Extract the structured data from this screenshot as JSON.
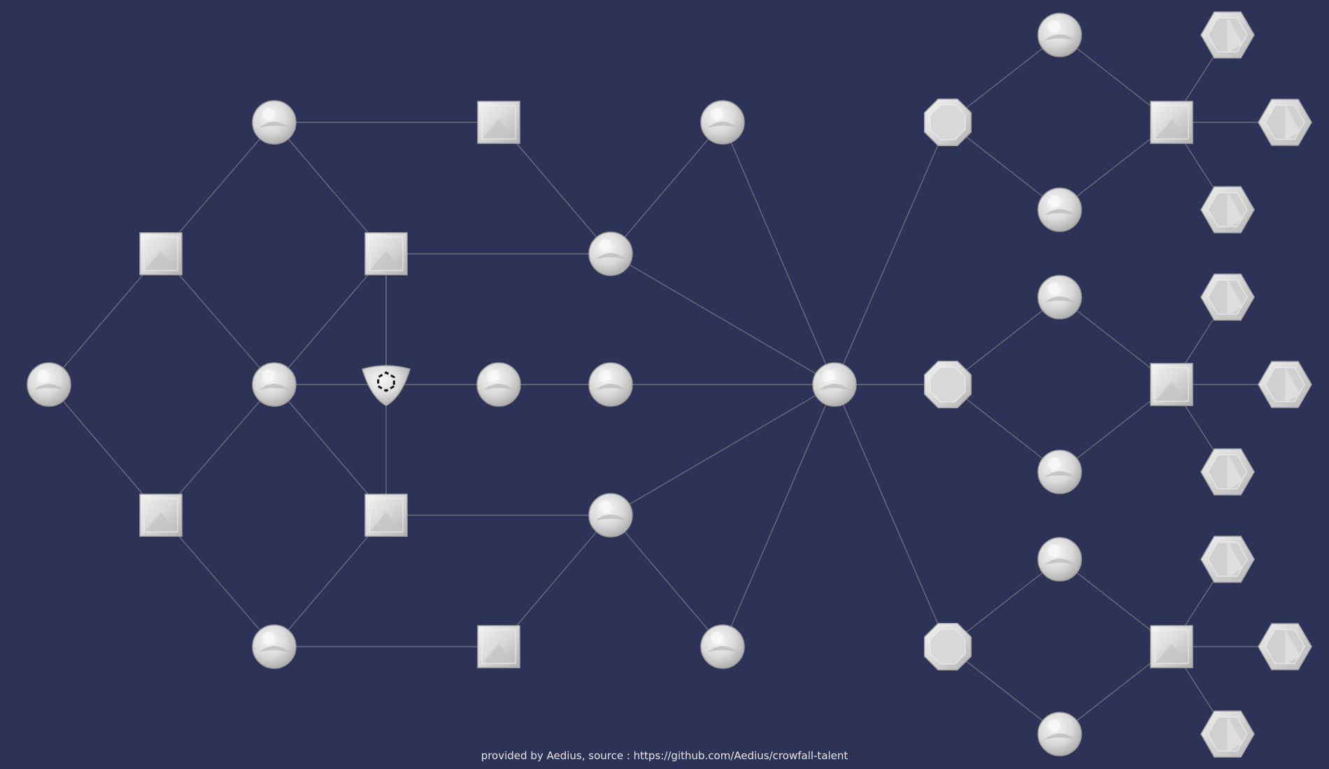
{
  "footer": {
    "credit": "provided by Aedius, source : https://github.com/Aedius/crowfall-talent"
  },
  "colors": {
    "background": "#2d3257",
    "edge": "#6b6d7a",
    "node_fill": "#d9d9d9",
    "node_highlight": "#f2f2f2",
    "node_shadow": "#a8a8a8"
  },
  "nodes": [
    {
      "id": "n1",
      "shape": "circle",
      "icon": "circle-node-icon"
    },
    {
      "id": "n2",
      "shape": "square",
      "icon": "square-node-icon"
    },
    {
      "id": "n3",
      "shape": "square",
      "icon": "square-node-icon"
    },
    {
      "id": "n4",
      "shape": "circle",
      "icon": "circle-node-icon"
    },
    {
      "id": "n5",
      "shape": "circle",
      "icon": "circle-node-icon"
    },
    {
      "id": "n6",
      "shape": "circle",
      "icon": "circle-node-icon"
    },
    {
      "id": "n7",
      "shape": "square",
      "icon": "square-node-icon"
    },
    {
      "id": "n8",
      "shape": "square",
      "icon": "square-node-icon"
    },
    {
      "id": "n9",
      "shape": "shield",
      "icon": "shield-hexagon-icon",
      "selected": true
    },
    {
      "id": "n10",
      "shape": "square",
      "icon": "square-node-icon"
    },
    {
      "id": "n11",
      "shape": "square",
      "icon": "square-node-icon"
    },
    {
      "id": "n12",
      "shape": "circle",
      "icon": "circle-node-icon"
    },
    {
      "id": "n13",
      "shape": "circle",
      "icon": "circle-node-icon"
    },
    {
      "id": "n14",
      "shape": "circle",
      "icon": "circle-node-icon"
    },
    {
      "id": "n15",
      "shape": "circle",
      "icon": "circle-node-icon"
    },
    {
      "id": "n16",
      "shape": "circle",
      "icon": "circle-node-icon"
    },
    {
      "id": "n17",
      "shape": "circle",
      "icon": "circle-node-icon"
    },
    {
      "id": "n18",
      "shape": "circle",
      "icon": "circle-node-icon"
    },
    {
      "id": "n19",
      "shape": "circle",
      "icon": "circle-node-icon"
    },
    {
      "id": "h1",
      "shape": "octagon",
      "icon": "octagon-node-icon"
    },
    {
      "id": "h2",
      "shape": "octagon",
      "icon": "octagon-node-icon"
    },
    {
      "id": "h3",
      "shape": "octagon",
      "icon": "octagon-node-icon"
    },
    {
      "id": "a1",
      "shape": "circle",
      "icon": "circle-node-icon"
    },
    {
      "id": "b1",
      "shape": "circle",
      "icon": "circle-node-icon"
    },
    {
      "id": "s1",
      "shape": "square",
      "icon": "square-node-icon"
    },
    {
      "id": "x1",
      "shape": "hexagon",
      "icon": "hexagon-node-icon"
    },
    {
      "id": "y1",
      "shape": "hexagon",
      "icon": "hexagon-node-icon"
    },
    {
      "id": "z1",
      "shape": "hexagon",
      "icon": "hexagon-node-icon"
    },
    {
      "id": "a2",
      "shape": "circle",
      "icon": "circle-node-icon"
    },
    {
      "id": "b2",
      "shape": "circle",
      "icon": "circle-node-icon"
    },
    {
      "id": "s2",
      "shape": "square",
      "icon": "square-node-icon"
    },
    {
      "id": "x2",
      "shape": "hexagon",
      "icon": "hexagon-node-icon"
    },
    {
      "id": "y2",
      "shape": "hexagon",
      "icon": "hexagon-node-icon"
    },
    {
      "id": "z2",
      "shape": "hexagon",
      "icon": "hexagon-node-icon"
    },
    {
      "id": "a3",
      "shape": "circle",
      "icon": "circle-node-icon"
    },
    {
      "id": "b3",
      "shape": "circle",
      "icon": "circle-node-icon"
    },
    {
      "id": "s3",
      "shape": "square",
      "icon": "square-node-icon"
    },
    {
      "id": "x3",
      "shape": "hexagon",
      "icon": "hexagon-node-icon"
    },
    {
      "id": "y3",
      "shape": "hexagon",
      "icon": "hexagon-node-icon"
    },
    {
      "id": "z3",
      "shape": "hexagon",
      "icon": "hexagon-node-icon"
    }
  ],
  "edges": [
    [
      "n1",
      "n2"
    ],
    [
      "n1",
      "n3"
    ],
    [
      "n2",
      "n4"
    ],
    [
      "n2",
      "n5"
    ],
    [
      "n3",
      "n5"
    ],
    [
      "n3",
      "n6"
    ],
    [
      "n4",
      "n7"
    ],
    [
      "n4",
      "n8"
    ],
    [
      "n5",
      "n8"
    ],
    [
      "n5",
      "n9"
    ],
    [
      "n5",
      "n10"
    ],
    [
      "n6",
      "n10"
    ],
    [
      "n6",
      "n11"
    ],
    [
      "n8",
      "n9"
    ],
    [
      "n8",
      "n12"
    ],
    [
      "n8",
      "n13"
    ],
    [
      "n9",
      "n10"
    ],
    [
      "n9",
      "n12"
    ],
    [
      "n10",
      "n12"
    ],
    [
      "n10",
      "n15"
    ],
    [
      "n7",
      "n16"
    ],
    [
      "n11",
      "n17"
    ],
    [
      "n16",
      "n13"
    ],
    [
      "n13",
      "n14"
    ],
    [
      "n12",
      "n18"
    ],
    [
      "n15",
      "n17"
    ],
    [
      "n15",
      "n19"
    ],
    [
      "n14",
      "n21"
    ],
    [
      "n13",
      "n21"
    ],
    [
      "n18",
      "n21"
    ],
    [
      "n15",
      "n21"
    ],
    [
      "n19",
      "n21"
    ],
    [
      "n21",
      "h1"
    ],
    [
      "n21",
      "h2"
    ],
    [
      "n21",
      "h3"
    ],
    [
      "h1",
      "a1"
    ],
    [
      "h1",
      "b1"
    ],
    [
      "a1",
      "s1"
    ],
    [
      "b1",
      "s1"
    ],
    [
      "s1",
      "x1"
    ],
    [
      "s1",
      "y1"
    ],
    [
      "s1",
      "z1"
    ],
    [
      "h2",
      "a2"
    ],
    [
      "h2",
      "b2"
    ],
    [
      "a2",
      "s2"
    ],
    [
      "b2",
      "s2"
    ],
    [
      "s2",
      "x2"
    ],
    [
      "s2",
      "y2"
    ],
    [
      "s2",
      "z2"
    ],
    [
      "h3",
      "a3"
    ],
    [
      "h3",
      "b3"
    ],
    [
      "a3",
      "s3"
    ],
    [
      "b3",
      "s3"
    ],
    [
      "s3",
      "x3"
    ],
    [
      "s3",
      "y3"
    ],
    [
      "s3",
      "z3"
    ]
  ]
}
